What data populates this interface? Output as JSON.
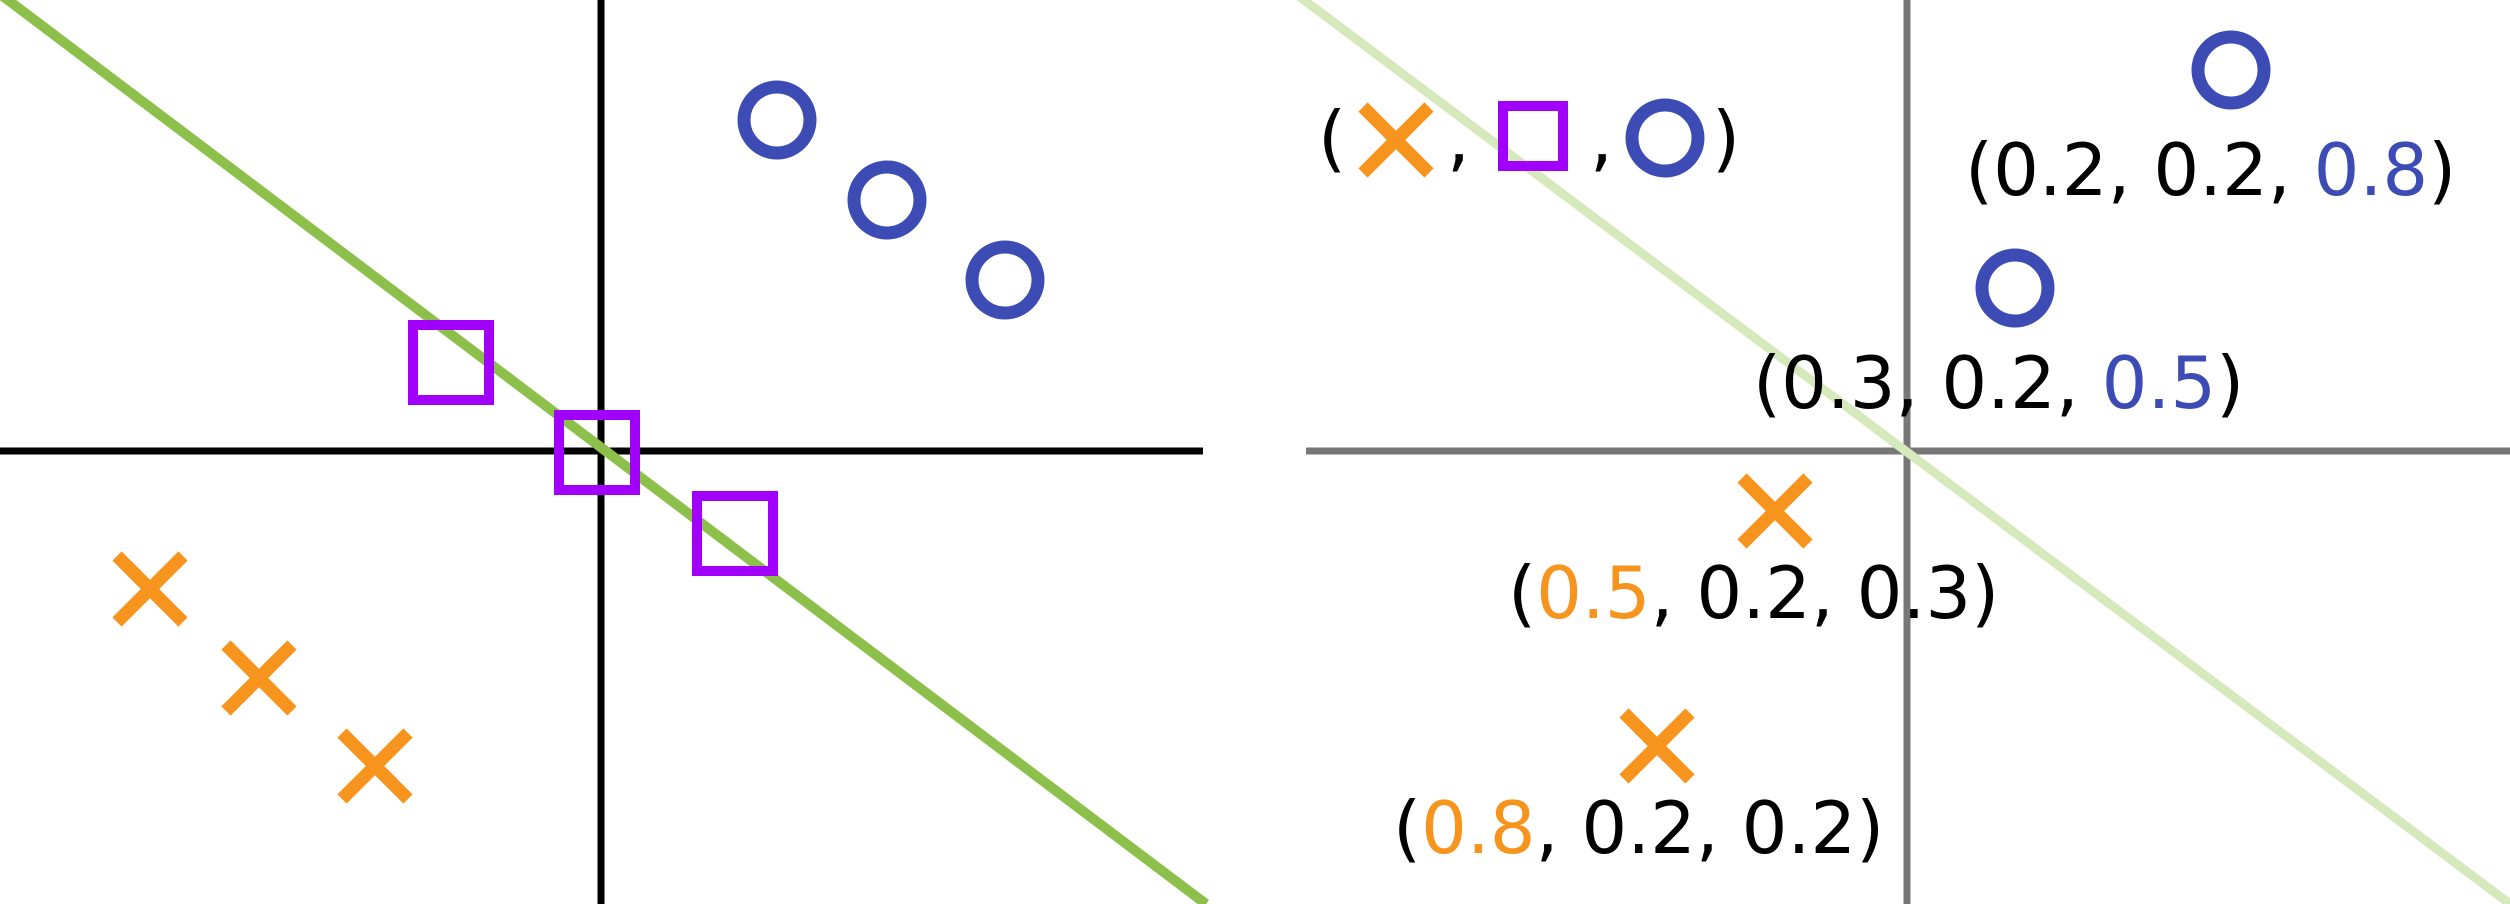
{
  "colors": {
    "orange": "#f7941d",
    "purple": "#a100ff",
    "blue": "#3c4cb4",
    "green": "#8cc04b",
    "green_faded": "#d5e9bd",
    "axis_dark": "#000000",
    "axis_gray": "#777777"
  },
  "left_panel": {
    "class_x_points": 3,
    "class_square_points": 3,
    "class_o_points": 3
  },
  "right_panel": {
    "legend": {
      "open": "(",
      "sep1": ",",
      "sep2": ",",
      "close": ")"
    },
    "labels": {
      "o_top": {
        "pre": "(0.2, 0.2, ",
        "hl": "0.8",
        "post": ")"
      },
      "o_mid": {
        "pre": "(0.3, 0.2, ",
        "hl": "0.5",
        "post": ")"
      },
      "x_mid": {
        "pre": "(",
        "hl": "0.5",
        "post": ", 0.2, 0.3)"
      },
      "x_low": {
        "pre": "(",
        "hl": "0.8",
        "post": ", 0.2, 0.2)"
      }
    }
  }
}
